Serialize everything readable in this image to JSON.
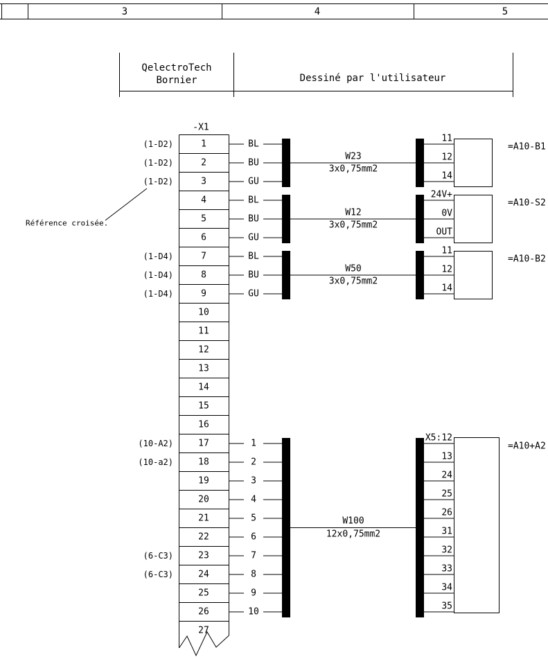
{
  "colors": {
    "ink": "#000000",
    "background": "#ffffff"
  },
  "ruler": {
    "col3": "3",
    "col4": "4",
    "col5": "5"
  },
  "header": {
    "block_line1": "QelectroTech",
    "block_line2": "Bornier",
    "right_title": "Dessiné par l'utilisateur"
  },
  "note": "Référence croisée.",
  "strip": {
    "name": "-X1",
    "terminals": [
      "1",
      "2",
      "3",
      "4",
      "5",
      "6",
      "7",
      "8",
      "9",
      "10",
      "11",
      "12",
      "13",
      "14",
      "15",
      "16",
      "17",
      "18",
      "19",
      "20",
      "21",
      "22",
      "23",
      "24",
      "25",
      "26",
      "27"
    ],
    "xrefs": {
      "t1": "(1-D2)",
      "t2": "(1-D2)",
      "t3": "(1-D2)",
      "t7": "(1-D4)",
      "t8": "(1-D4)",
      "t9": "(1-D4)",
      "t17": "(10-A2)",
      "t18": "(10-a2)",
      "t23": "(6-C3)",
      "t24": "(6-C3)"
    }
  },
  "wires": {
    "w1": "BL",
    "w2": "BU",
    "w3": "GU",
    "w4": "BL",
    "w5": "BU",
    "w6": "GU",
    "w7": "BL",
    "w8": "BU",
    "w9": "GU",
    "w17": "1",
    "w18": "2",
    "w19": "3",
    "w20": "4",
    "w21": "5",
    "w22": "6",
    "w23": "7",
    "w24": "8",
    "w25": "9",
    "w26": "10"
  },
  "cables": {
    "c1": {
      "name": "W23",
      "section": "3x0,75mm2"
    },
    "c2": {
      "name": "W12",
      "section": "3x0,75mm2"
    },
    "c3": {
      "name": "W50",
      "section": "3x0,75mm2"
    },
    "c4": {
      "name": "W100",
      "section": "12x0,75mm2"
    }
  },
  "connectors": {
    "k1": {
      "pins": [
        "11",
        "12",
        "14"
      ],
      "tag": "=A10-B1"
    },
    "k2": {
      "pins": [
        "24V+",
        "0V",
        "OUT"
      ],
      "tag": "=A10-S2"
    },
    "k3": {
      "pins": [
        "11",
        "12",
        "14"
      ],
      "tag": "=A10-B2"
    },
    "k4": {
      "pins": [
        "X5:12",
        "13",
        "24",
        "25",
        "26",
        "31",
        "32",
        "33",
        "34",
        "35"
      ],
      "tag": "=A10+A2"
    }
  }
}
